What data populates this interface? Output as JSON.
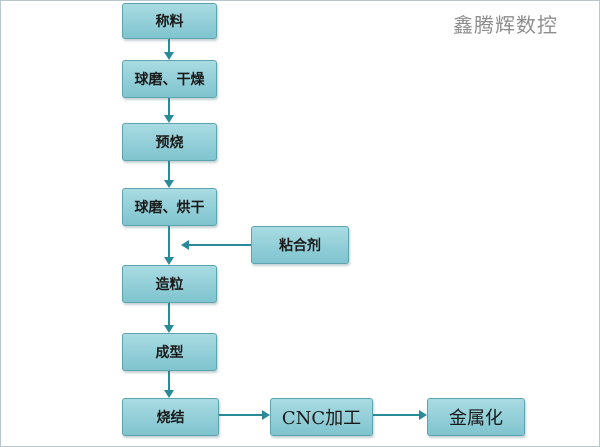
{
  "watermark": "鑫腾辉数控",
  "steps": {
    "weighing": "称料",
    "milling_drying": "球磨、干燥",
    "presintering": "预烧",
    "milling_baking": "球磨、烘干",
    "binder": "粘合剂",
    "granulation": "造粒",
    "forming": "成型",
    "sintering": "烧结",
    "cnc": "CNC加工",
    "metallization": "金属化"
  },
  "colors": {
    "box_fill": "#8fcdd7",
    "box_border": "#5ea4ae",
    "arrow": "#2a8a98",
    "watermark": "#8d8d8d"
  }
}
